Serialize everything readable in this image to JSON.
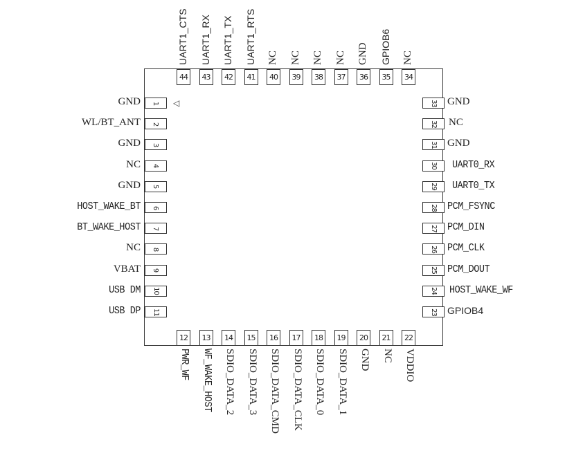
{
  "diagram": {
    "title": "44-pin WiFi/BT module pinout",
    "pin1_marker": "◁",
    "left_pins": [
      {
        "num": "1",
        "name": "GND",
        "font": "serif"
      },
      {
        "num": "2",
        "name": "WL/BT_ANT",
        "font": "serif"
      },
      {
        "num": "3",
        "name": "GND",
        "font": "serif"
      },
      {
        "num": "4",
        "name": "NC",
        "font": "serif"
      },
      {
        "num": "5",
        "name": "GND",
        "font": "serif"
      },
      {
        "num": "6",
        "name": "HOST_WAKE_BT",
        "font": "mono"
      },
      {
        "num": "7",
        "name": "BT_WAKE_HOST",
        "font": "mono"
      },
      {
        "num": "8",
        "name": "NC",
        "font": "serif"
      },
      {
        "num": "9",
        "name": "VBAT",
        "font": "serif"
      },
      {
        "num": "10",
        "name": "USB DM",
        "font": "mono"
      },
      {
        "num": "11",
        "name": "USB DP",
        "font": "mono"
      }
    ],
    "bottom_pins": [
      {
        "num": "12",
        "name": "PWR_WF",
        "font": "mono"
      },
      {
        "num": "13",
        "name": "WF_WAKE_HOST",
        "font": "mono"
      },
      {
        "num": "14",
        "name": "SDIO_DATA_2",
        "font": "serif"
      },
      {
        "num": "15",
        "name": "SDIO_DATA_3",
        "font": "serif"
      },
      {
        "num": "16",
        "name": "SDIO_DATA_CMD",
        "font": "serif"
      },
      {
        "num": "17",
        "name": "SDIO_DATA_CLK",
        "font": "serif"
      },
      {
        "num": "18",
        "name": "SDIO_DATA_0",
        "font": "serif"
      },
      {
        "num": "19",
        "name": "SDIO_DATA_1",
        "font": "serif"
      },
      {
        "num": "20",
        "name": "GND",
        "font": "serif"
      },
      {
        "num": "21",
        "name": "NC",
        "font": "serif"
      },
      {
        "num": "22",
        "name": "VDDIO",
        "font": "serif"
      }
    ],
    "right_pins": [
      {
        "num": "23",
        "name": "GPIOB4",
        "font": "sans"
      },
      {
        "num": "24",
        "name": "HOST_WAKE_WF",
        "font": "mono"
      },
      {
        "num": "25",
        "name": "PCM_DOUT",
        "font": "mono"
      },
      {
        "num": "26",
        "name": "PCM_CLK",
        "font": "mono"
      },
      {
        "num": "27",
        "name": "PCM_DIN",
        "font": "mono"
      },
      {
        "num": "28",
        "name": "PCM_FSYNC",
        "font": "mono"
      },
      {
        "num": "29",
        "name": "UART0_TX",
        "font": "mono"
      },
      {
        "num": "30",
        "name": "UART0_RX",
        "font": "mono"
      },
      {
        "num": "31",
        "name": "GND",
        "font": "serif"
      },
      {
        "num": "32",
        "name": "NC",
        "font": "serif"
      },
      {
        "num": "33",
        "name": "GND",
        "font": "serif"
      }
    ],
    "top_pins": [
      {
        "num": "34",
        "name": "NC",
        "font": "serif"
      },
      {
        "num": "35",
        "name": "GPIOB6",
        "font": "sans"
      },
      {
        "num": "36",
        "name": "GND",
        "font": "serif"
      },
      {
        "num": "37",
        "name": "NC",
        "font": "serif"
      },
      {
        "num": "38",
        "name": "NC",
        "font": "serif"
      },
      {
        "num": "39",
        "name": "NC",
        "font": "serif"
      },
      {
        "num": "40",
        "name": "NC",
        "font": "serif"
      },
      {
        "num": "41",
        "name": "UART1_RTS",
        "font": "sans"
      },
      {
        "num": "42",
        "name": "UART1_TX",
        "font": "sans"
      },
      {
        "num": "43",
        "name": "UART1_RX",
        "font": "sans"
      },
      {
        "num": "44",
        "name": "UART1_CTS",
        "font": "sans"
      }
    ]
  }
}
